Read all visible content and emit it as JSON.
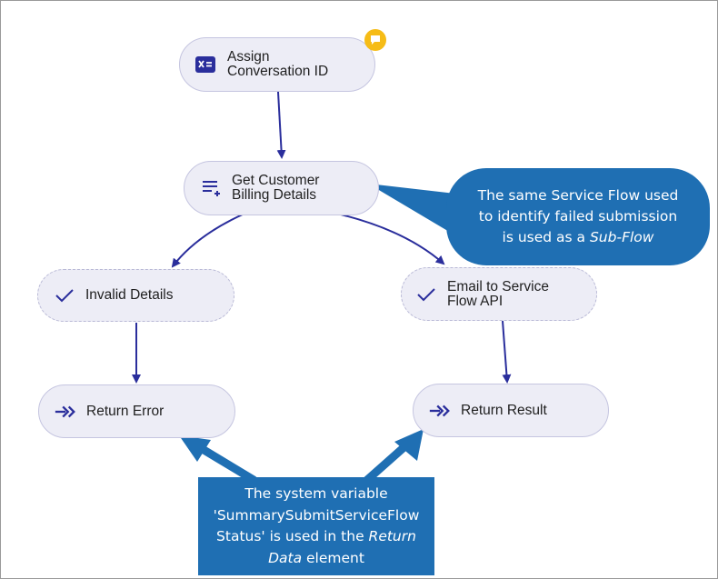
{
  "nodes": {
    "assign": {
      "line1": "Assign",
      "line2": "Conversation ID",
      "icon": "variable-assign-icon"
    },
    "get_customer": {
      "line1": "Get Customer",
      "line2": "Billing Details",
      "icon": "list-add-icon"
    },
    "invalid": {
      "label": "Invalid Details",
      "icon": "checkmark-icon"
    },
    "email": {
      "line1": "Email to Service",
      "line2": "Flow API",
      "icon": "checkmark-icon"
    },
    "return_error": {
      "label": "Return Error",
      "icon": "double-arrow-right-icon"
    },
    "return_result": {
      "label": "Return Result",
      "icon": "double-arrow-right-icon"
    }
  },
  "badge": {
    "icon": "comment-icon",
    "color": "#f6bc16"
  },
  "callouts": {
    "top": {
      "line1": "The same Service Flow used",
      "line2": "to identify failed submission",
      "line3_prefix": "is used as a ",
      "line3_em": "Sub-Flow"
    },
    "bottom": {
      "line1": "The system variable",
      "line2": "'SummarySubmitServiceFlow",
      "line3_prefix": "Status' is used in the ",
      "line3_em": "Return",
      "line4_em": "Data",
      "line4_suffix": " element"
    }
  },
  "colors": {
    "connector": "#2a2e9c",
    "callout": "#1f6fb3",
    "node_fill": "#ededf6",
    "icon": "#2a2e9c"
  }
}
